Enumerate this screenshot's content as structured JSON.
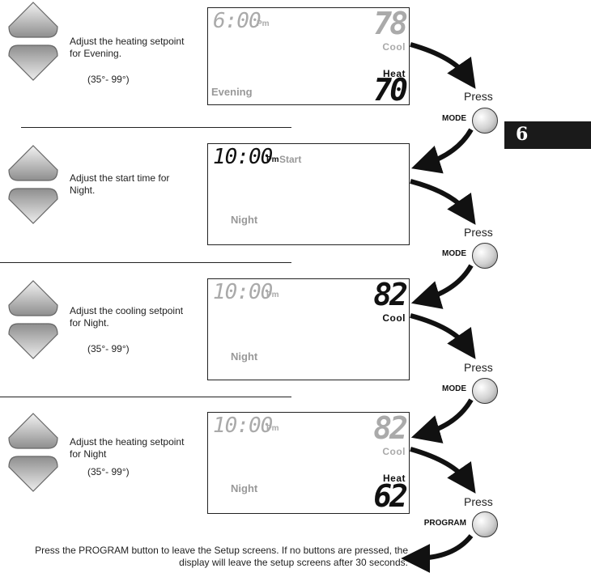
{
  "page_number": "6",
  "press_label": "Press",
  "steps": [
    {
      "instruction": "Adjust the heating setpoint for Evening.",
      "range": "(35°- 99°)",
      "display": {
        "time": "6:00",
        "ampm": "Pm",
        "period_label": "Evening",
        "cool_value": "78",
        "cool_label": "Cool",
        "heat_label": "Heat",
        "heat_value": "70"
      },
      "button": "MODE"
    },
    {
      "instruction": "Adjust the start time for Night.",
      "display": {
        "time": "10:00",
        "ampm": "Pm",
        "start_label": "Start",
        "period_label": "Night"
      },
      "button": "MODE"
    },
    {
      "instruction": "Adjust the cooling setpoint for Night.",
      "range": "(35°- 99°)",
      "display": {
        "time": "10:00",
        "ampm": "Pm",
        "period_label": "Night",
        "cool_value": "82",
        "cool_label": "Cool"
      },
      "button": "MODE"
    },
    {
      "instruction": "Adjust the heating setpoint for Night",
      "range": "(35°- 99°)",
      "display": {
        "time": "10:00",
        "ampm": "Pm",
        "period_label": "Night",
        "cool_value": "82",
        "cool_label": "Cool",
        "heat_label": "Heat",
        "heat_value": "62"
      },
      "button": "PROGRAM"
    }
  ],
  "footer": "Press the PROGRAM button to leave the Setup screens. If no buttons are pressed, the display will leave the setup screens after 30 seconds.",
  "icons": {
    "up": "up-arrow-button-icon",
    "down": "down-arrow-button-icon",
    "flow": "curved-arrow-icon"
  }
}
